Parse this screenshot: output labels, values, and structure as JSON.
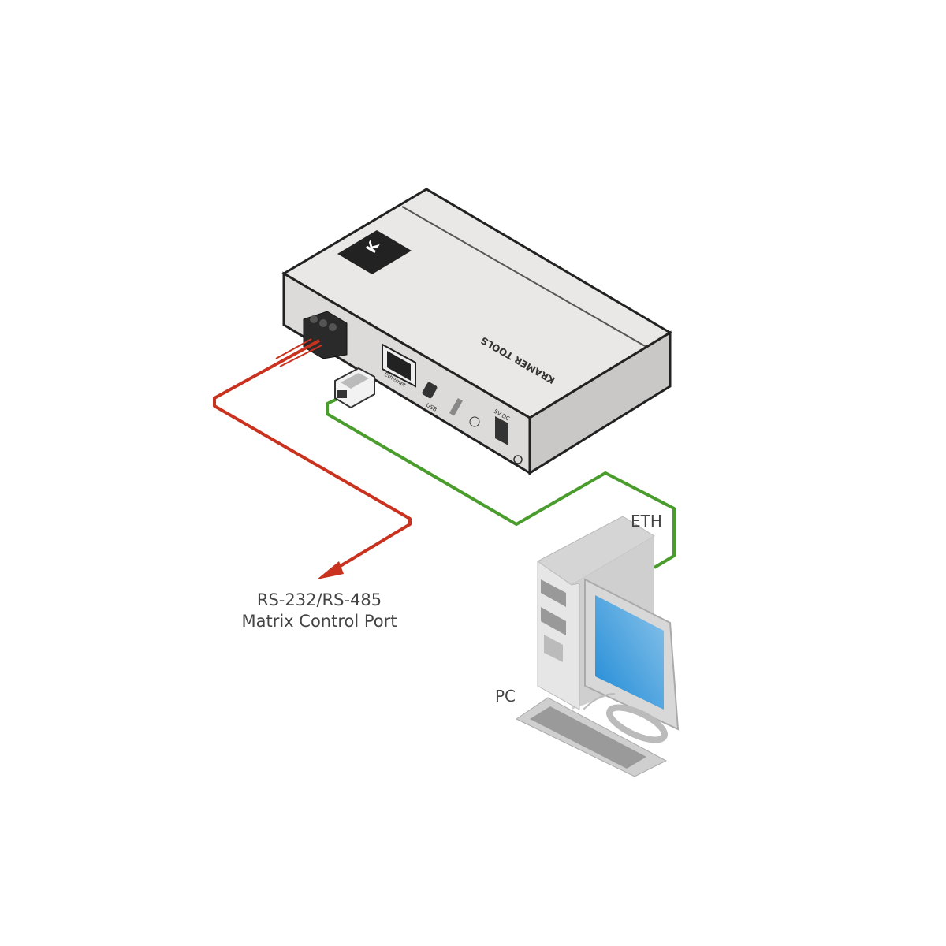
{
  "device": {
    "brand": "KRAMER TOOLS",
    "ports": {
      "ethernet": "Ethernet",
      "usb": "USB",
      "power": "5V DC"
    }
  },
  "labels": {
    "control_port_line1": "RS-232/RS-485",
    "control_port_line2": "Matrix Control Port",
    "eth": "ETH",
    "pc": "PC"
  },
  "colors": {
    "serial_cable": "#c8321e",
    "eth_cable": "#4a9c2d",
    "screen": "#3a9ad8"
  }
}
